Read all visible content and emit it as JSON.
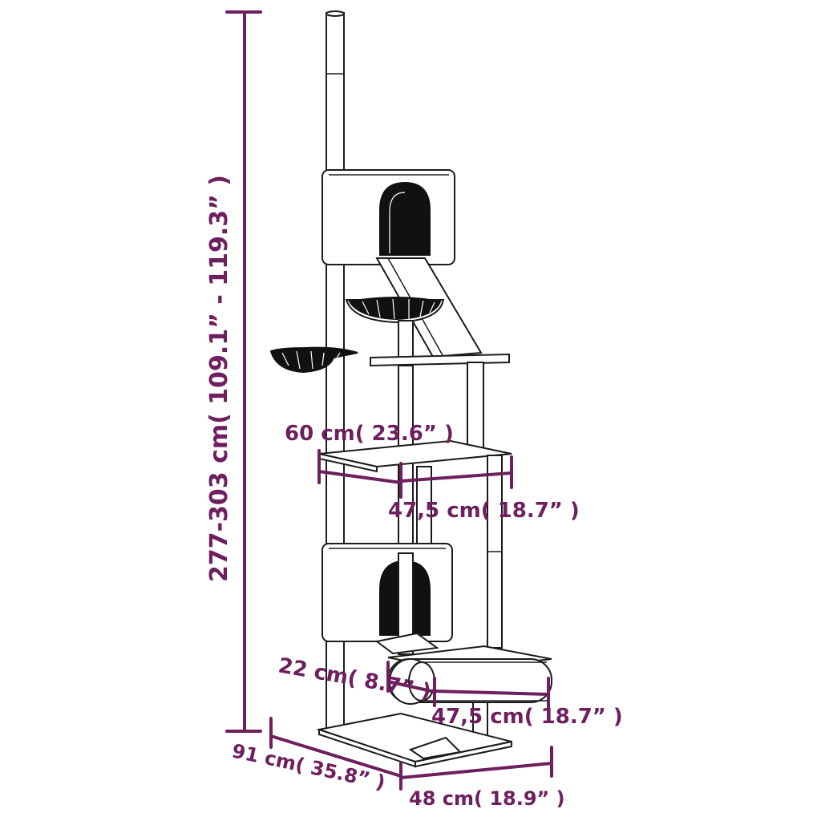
{
  "product": "cat tree (floor-to-ceiling)",
  "colors": {
    "dimension": "#6e1f5e",
    "outline": "#1b1b1b",
    "fill": "#ffffff",
    "dark": "#111111"
  },
  "dimensions": {
    "height": "277-303 cm( 109.1” - 119.3” )",
    "platform_width": "60 cm( 23.6” )",
    "platform_depth": "47,5 cm( 18.7” )",
    "tunnel_diameter": "22 cm( 8.7” )",
    "tunnel_length": "47,5 cm( 18.7” )",
    "base_length": "91 cm( 35.8” )",
    "base_width": "48 cm( 18.9” )"
  }
}
